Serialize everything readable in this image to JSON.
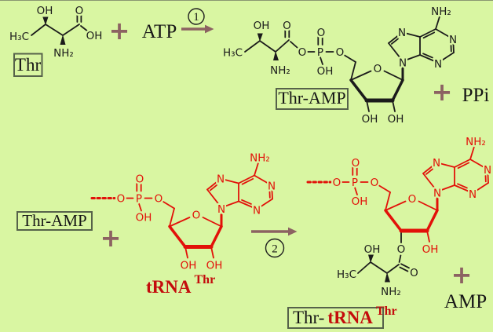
{
  "colors": {
    "background": "#d9f6a2",
    "bond_black": "#1b1b1b",
    "bond_red": "#e21109",
    "operator_maroon": "#8c6262",
    "trna_label_red": "#c40c0c",
    "box_border": "#56624a"
  },
  "atoms": {
    "O": "O",
    "OH": "OH",
    "P": "P",
    "N": "N",
    "NH2": "NH₂",
    "H3C": "H₃C"
  },
  "captions": {
    "thr": "Thr",
    "atp": "ATP",
    "thr_amp": "Thr-AMP",
    "ppi": "PPi",
    "amp": "AMP",
    "trna": "tRNA",
    "trna_sup": "Thr",
    "product_prefix": "Thr-",
    "plus": "+",
    "step1": "1",
    "step2": "2"
  }
}
